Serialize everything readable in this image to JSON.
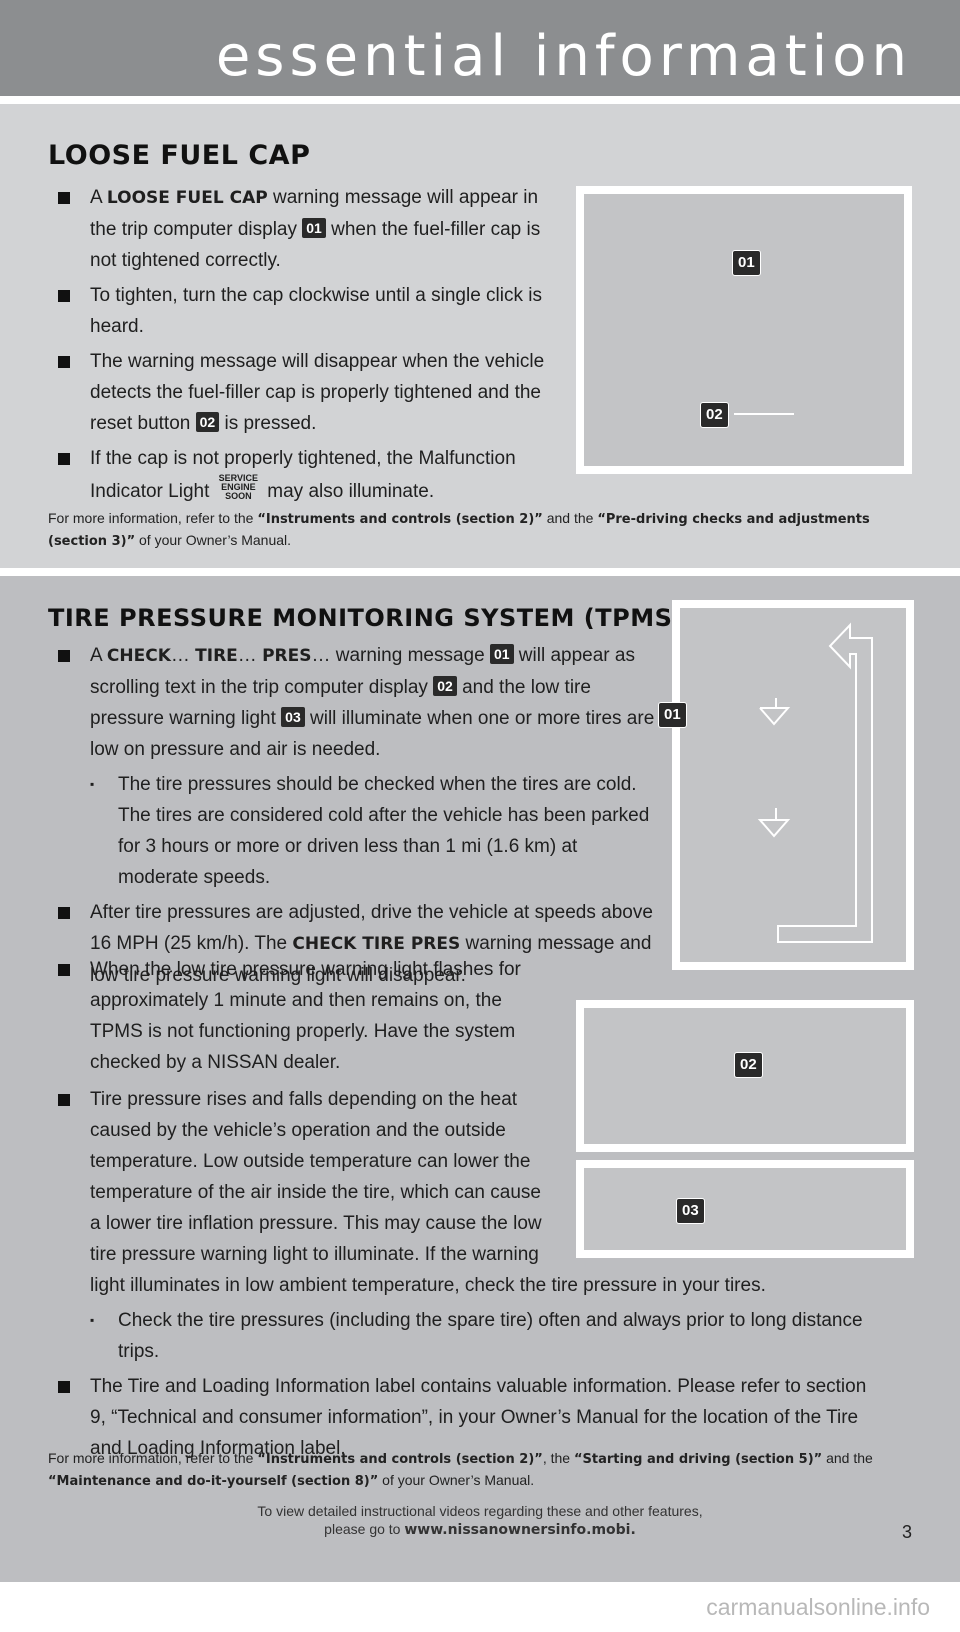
{
  "header": {
    "title": "essential information"
  },
  "section1": {
    "title": "LOOSE FUEL CAP",
    "bullets": [
      {
        "pre": "A ",
        "bold": "LOOSE FUEL CAP",
        "mid": " warning message will appear in the trip computer display ",
        "tag": "01",
        "post": " when the fuel-filler cap is not tightened correctly."
      },
      {
        "text": "To tighten, turn the cap clockwise until a single click is heard."
      },
      {
        "pre": "The warning message will disappear when the vehicle detects the fuel-filler cap is properly tightened and the reset button ",
        "tag": "02",
        "post": " is pressed."
      },
      {
        "pre": "If the cap is not properly tightened, the Malfunction Indicator Light ",
        "icon_lines": [
          "SERVICE",
          "ENGINE",
          "SOON"
        ],
        "post": " may also illuminate."
      }
    ],
    "note": {
      "pre": "For more information, refer to the ",
      "ref1": "“Instruments and controls (section 2)”",
      "mid": " and the ",
      "ref2": "“Pre-driving checks and adjustments (section 3)”",
      "post": " of your Owner’s Manual."
    },
    "panel_tags": [
      "01",
      "02"
    ]
  },
  "section2": {
    "title": "TIRE PRESSURE MONITORING SYSTEM (TPMS)",
    "b1": {
      "pre": "A ",
      "w1": "CHECK",
      "dots1": "… ",
      "w2": "TIRE",
      "dots2": "… ",
      "w3": "PRES",
      "dots3": "…",
      "mid1": " warning message ",
      "tag1": "01",
      "mid2": " will appear as scrolling text in the trip computer display ",
      "tag2": "02",
      "mid3": " and the low tire pressure warning light ",
      "tag3": "03",
      "post": " will illuminate when one or more tires are low on pressure and air is needed."
    },
    "sub1": "The tire pressures should be checked when the tires are cold. The tires are considered cold after the vehicle has been parked for 3 hours or more or driven less than 1 mi (1.6 km) at moderate speeds.",
    "b2": {
      "pre": "After tire pressures are adjusted, drive the vehicle at speeds above 16 MPH (25 km/h). The ",
      "bold": "CHECK TIRE PRES",
      "post": " warning message and low tire pressure warning light will disappear."
    },
    "b3": "When the low tire pressure warning light flashes for approximately 1 minute and then remains on, the TPMS is not functioning properly. Have the system checked by a NISSAN dealer.",
    "b4_lines": [
      "Tire pressure rises and falls depending on the heat",
      "caused by the vehicle’s operation and the outside",
      "temperature. Low outside temperature can lower the",
      "temperature of the air inside the tire, which can cause",
      "a lower tire inflation pressure. This may cause the low",
      "tire pressure warning light to illuminate. If the warning"
    ],
    "b4_last": "light illuminates in low ambient temperature, check the tire pressure in your tires.",
    "sub2": "Check the tire pressures (including the spare tire) often and always prior to long distance trips.",
    "b5": "The Tire and Loading Information label contains valuable information. Please refer to section 9, “Technical and consumer information”, in your Owner’s Manual for the location of the Tire and Loading Information label.",
    "note": {
      "pre": "For more information, refer to the ",
      "ref1": "“Instruments and controls (section 2)”",
      "mid1": ", the ",
      "ref2": "“Starting and driving (section 5)”",
      "mid2": " and the ",
      "ref3": "“Maintenance and do-it-yourself (section 8)”",
      "post": " of your Owner’s Manual."
    },
    "panel_tags": [
      "01",
      "02",
      "03"
    ]
  },
  "footer": {
    "line1": "To view detailed instructional videos regarding these and other features,",
    "line2_pre": "please go to ",
    "link": "www.nissanownersinfo.mobi.",
    "page": "3"
  },
  "watermark": "carmanualsonline.info"
}
